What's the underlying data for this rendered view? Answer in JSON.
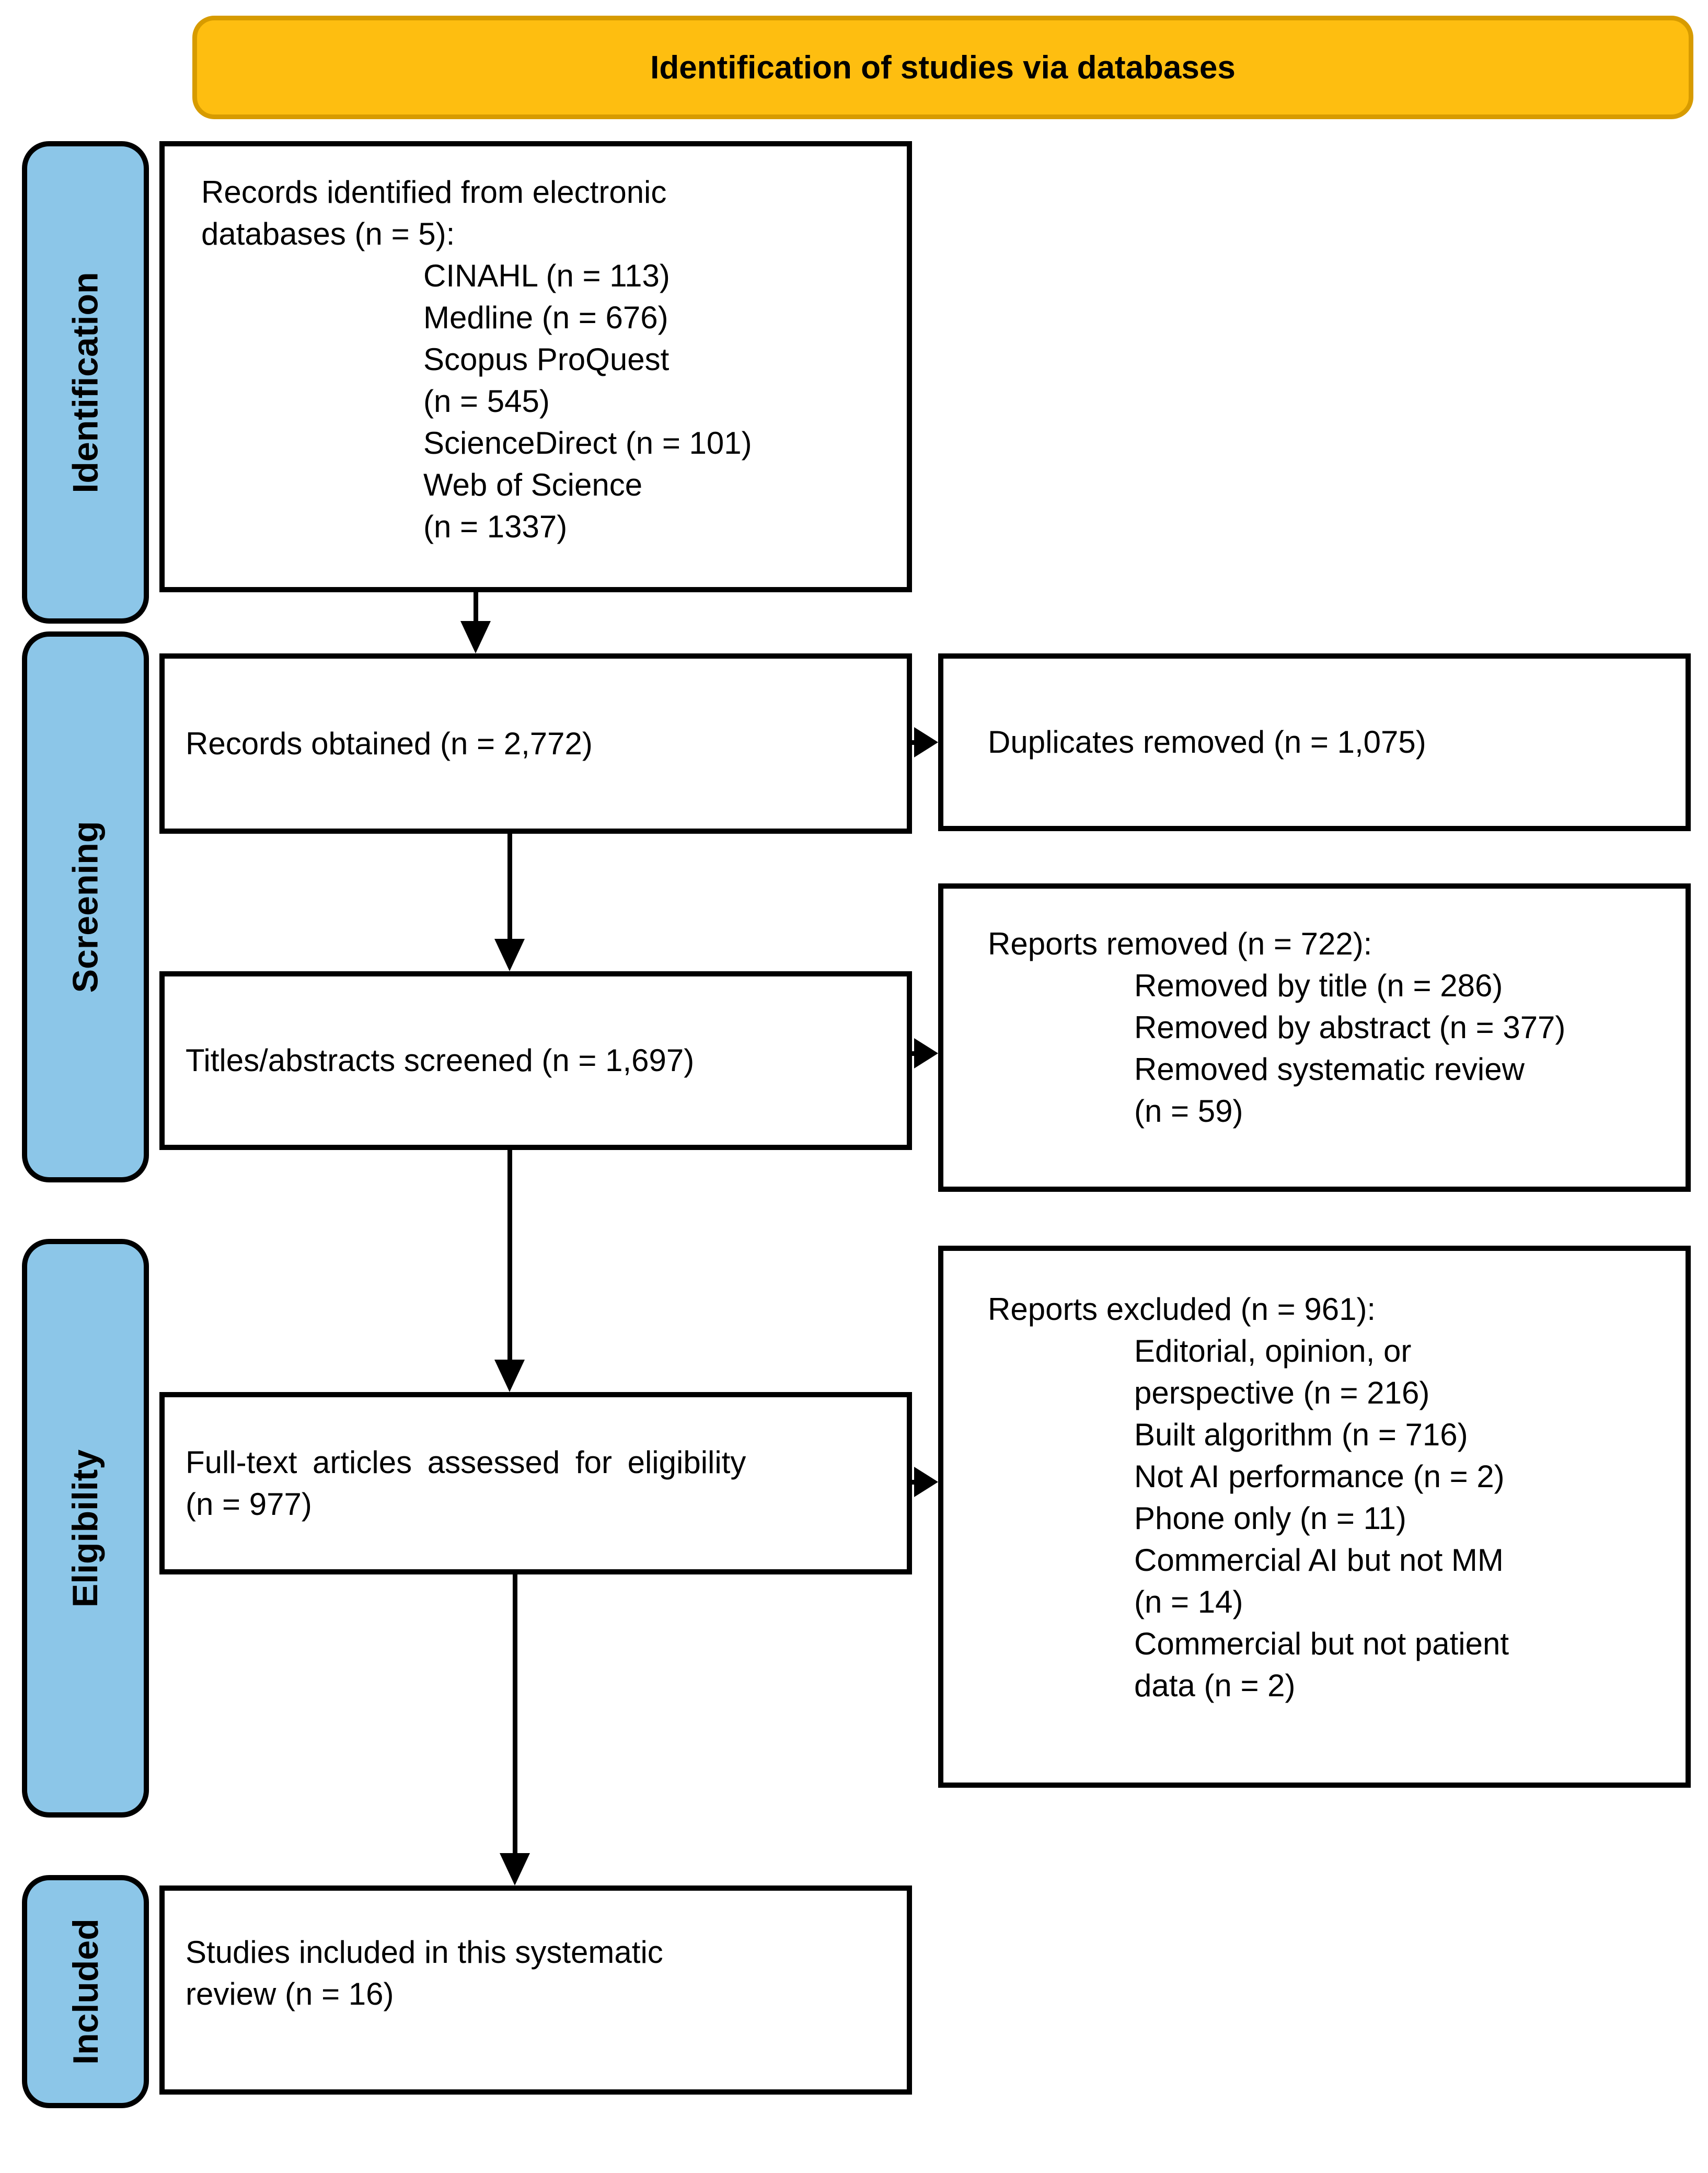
{
  "banner": {
    "label": "Identification of studies via databases"
  },
  "colors": {
    "banner_fill": "#FEBE10",
    "banner_border": "#D79B00",
    "stage_fill": "#8CC6E8"
  },
  "stages": [
    {
      "label": "Identification"
    },
    {
      "label": "Screening"
    },
    {
      "label": "Eligibility"
    },
    {
      "label": "Included"
    }
  ],
  "boxes": {
    "identified": {
      "title_lines": [
        "Records identified from electronic",
        "databases (n = 5):"
      ],
      "detail_lines": [
        "CINAHL (n = 113)",
        "Medline (n = 676)",
        "Scopus ProQuest",
        "(n = 545)",
        "ScienceDirect (n = 101)",
        "Web of Science",
        "(n = 1337)"
      ]
    },
    "records_obtained": {
      "title_lines": [
        "Records obtained (n = 2,772)"
      ]
    },
    "duplicates_removed": {
      "title_lines": [
        "Duplicates removed (n = 1,075)"
      ]
    },
    "titles_screened": {
      "title_lines": [
        "Titles/abstracts screened (n = 1,697)"
      ]
    },
    "reports_removed": {
      "title_lines": [
        "Reports removed (n = 722):"
      ],
      "detail_lines": [
        "Removed by title (n = 286)",
        "Removed by abstract (n = 377)",
        "Removed systematic review",
        "(n = 59)"
      ]
    },
    "fulltext_assessed": {
      "title_lines": [
        "Full-text articles assessed for eligibility",
        "(n = 977)"
      ]
    },
    "reports_excluded": {
      "title_lines": [
        "Reports excluded (n = 961):"
      ],
      "detail_lines": [
        "Editorial, opinion, or",
        "perspective (n = 216)",
        "Built algorithm (n = 716)",
        "Not AI performance (n = 2)",
        "Phone only (n = 11)",
        "Commercial AI but not MM",
        "(n = 14)",
        "Commercial but not patient",
        "data (n = 2)"
      ]
    },
    "studies_included": {
      "title_lines": [
        "Studies included in this systematic",
        "review (n = 16)"
      ]
    }
  }
}
